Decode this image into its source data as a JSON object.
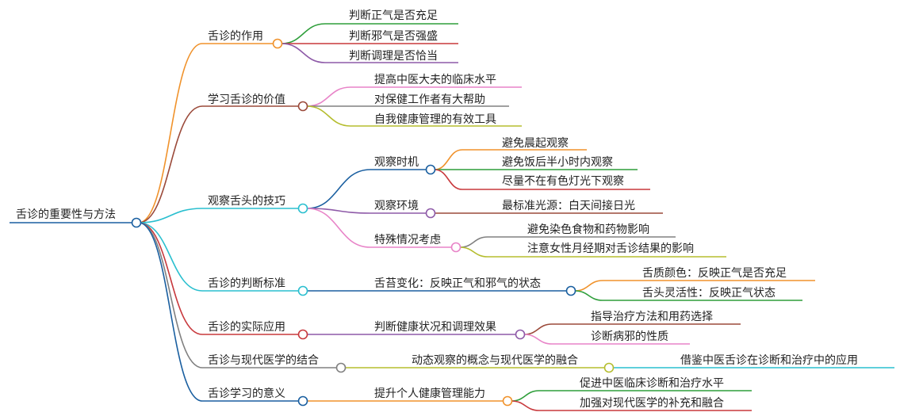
{
  "root": {
    "label": "舌诊的重要性与方法",
    "color": "#1a5fa0"
  },
  "branches": [
    {
      "id": "b1",
      "label": "舌诊的作用",
      "color": "#f0922b",
      "children": [
        {
          "id": "b1c1",
          "label": "判断正气是否充足",
          "color": "#2e9e3a"
        },
        {
          "id": "b1c2",
          "label": "判断邪气是否强盛",
          "color": "#c8383c"
        },
        {
          "id": "b1c3",
          "label": "判断调理是否恰当",
          "color": "#8e5aa8"
        }
      ]
    },
    {
      "id": "b2",
      "label": "学习舌诊的价值",
      "color": "#9b4a3a",
      "children": [
        {
          "id": "b2c1",
          "label": "提高中医大夫的临床水平",
          "color": "#e884c8"
        },
        {
          "id": "b2c2",
          "label": "对保健工作者有大帮助",
          "color": "#808080"
        },
        {
          "id": "b2c3",
          "label": "自我健康管理的有效工具",
          "color": "#b5bd2e"
        }
      ]
    },
    {
      "id": "b3",
      "label": "观察舌头的技巧",
      "color": "#2abfcf",
      "children": [
        {
          "id": "b3c1",
          "label": "观察时机",
          "color": "#1a5fa0",
          "children": [
            {
              "id": "b3c1a",
              "label": "避免晨起观察",
              "color": "#f0922b"
            },
            {
              "id": "b3c1b",
              "label": "避免饭后半小时内观察",
              "color": "#2e9e3a"
            },
            {
              "id": "b3c1c",
              "label": "尽量不在有色灯光下观察",
              "color": "#c8383c"
            }
          ]
        },
        {
          "id": "b3c2",
          "label": "观察环境",
          "color": "#8e5aa8",
          "children": [
            {
              "id": "b3c2a",
              "label": "最标准光源：白天间接日光",
              "color": "#9b4a3a"
            }
          ]
        },
        {
          "id": "b3c3",
          "label": "特殊情况考虑",
          "color": "#e884c8",
          "children": [
            {
              "id": "b3c3a",
              "label": "避免染色食物和药物影响",
              "color": "#808080"
            },
            {
              "id": "b3c3b",
              "label": "注意女性月经期对舌诊结果的影响",
              "color": "#b5bd2e"
            }
          ]
        }
      ]
    },
    {
      "id": "b4",
      "label": "舌诊的判断标准",
      "color": "#2abfcf",
      "children": [
        {
          "id": "b4c1",
          "label": "舌苔变化：反映正气和邪气的状态",
          "color": "#1a5fa0",
          "children": [
            {
              "id": "b4c1a",
              "label": "舌质颜色：反映正气是否充足",
              "color": "#f0922b"
            },
            {
              "id": "b4c1b",
              "label": "舌头灵活性：反映正气状态",
              "color": "#2e9e3a"
            }
          ]
        }
      ]
    },
    {
      "id": "b5",
      "label": "舌诊的实际应用",
      "color": "#c8383c",
      "children": [
        {
          "id": "b5c1",
          "label": "判断健康状况和调理效果",
          "color": "#8e5aa8",
          "children": [
            {
              "id": "b5c1a",
              "label": "指导治疗方法和用药选择",
              "color": "#9b4a3a"
            },
            {
              "id": "b5c1b",
              "label": "诊断病邪的性质",
              "color": "#e884c8"
            }
          ]
        }
      ]
    },
    {
      "id": "b6",
      "label": "舌诊与现代医学的结合",
      "color": "#808080",
      "children": [
        {
          "id": "b6c1",
          "label": "动态观察的概念与现代医学的融合",
          "color": "#b5bd2e",
          "children": [
            {
              "id": "b6c1a",
              "label": "借鉴中医舌诊在诊断和治疗中的应用",
              "color": "#2abfcf"
            }
          ]
        }
      ]
    },
    {
      "id": "b7",
      "label": "舌诊学习的意义",
      "color": "#1a5fa0",
      "children": [
        {
          "id": "b7c1",
          "label": "提升个人健康管理能力",
          "color": "#f0922b",
          "children": [
            {
              "id": "b7c1a",
              "label": "促进中医临床诊断和治疗水平",
              "color": "#2e9e3a"
            },
            {
              "id": "b7c1b",
              "label": "加强对现代医学的补充和融合",
              "color": "#c8383c"
            }
          ]
        }
      ]
    }
  ]
}
